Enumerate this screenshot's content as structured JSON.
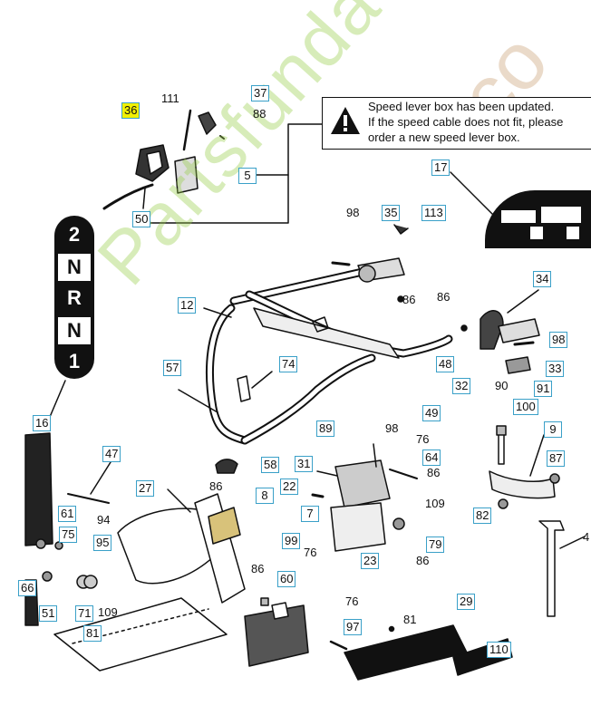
{
  "notice": {
    "line1": "Speed lever box has been updated.",
    "line2": "If the speed cable does not fit, please",
    "line3": "order a new speed lever box."
  },
  "gears": [
    "2",
    "N",
    "R",
    "N",
    "1"
  ],
  "watermark": {
    "text1": "Partsfunda",
    "text2": ".co"
  },
  "labels": [
    {
      "id": "36",
      "text": "36",
      "highlight": true
    },
    {
      "id": "111",
      "text": "111"
    },
    {
      "id": "37",
      "text": "37"
    },
    {
      "id": "88",
      "text": "88"
    },
    {
      "id": "5",
      "text": "5"
    },
    {
      "id": "50",
      "text": "50"
    },
    {
      "id": "17",
      "text": "17"
    },
    {
      "id": "98a",
      "text": "98"
    },
    {
      "id": "35",
      "text": "35"
    },
    {
      "id": "113",
      "text": "113"
    },
    {
      "id": "86a",
      "text": "86"
    },
    {
      "id": "86b",
      "text": "86"
    },
    {
      "id": "34",
      "text": "34"
    },
    {
      "id": "12",
      "text": "12"
    },
    {
      "id": "98b",
      "text": "98"
    },
    {
      "id": "48",
      "text": "48"
    },
    {
      "id": "33",
      "text": "33"
    },
    {
      "id": "57",
      "text": "57"
    },
    {
      "id": "74",
      "text": "74"
    },
    {
      "id": "32",
      "text": "32"
    },
    {
      "id": "90",
      "text": "90"
    },
    {
      "id": "91",
      "text": "91"
    },
    {
      "id": "100",
      "text": "100"
    },
    {
      "id": "16",
      "text": "16"
    },
    {
      "id": "89",
      "text": "89"
    },
    {
      "id": "98c",
      "text": "98"
    },
    {
      "id": "49",
      "text": "49"
    },
    {
      "id": "9",
      "text": "9"
    },
    {
      "id": "76a",
      "text": "76"
    },
    {
      "id": "47",
      "text": "47"
    },
    {
      "id": "64",
      "text": "64"
    },
    {
      "id": "87",
      "text": "87"
    },
    {
      "id": "31",
      "text": "31"
    },
    {
      "id": "58",
      "text": "58"
    },
    {
      "id": "86c",
      "text": "86"
    },
    {
      "id": "27",
      "text": "27"
    },
    {
      "id": "86d",
      "text": "86"
    },
    {
      "id": "22",
      "text": "22"
    },
    {
      "id": "8",
      "text": "8"
    },
    {
      "id": "109a",
      "text": "109"
    },
    {
      "id": "61",
      "text": "61"
    },
    {
      "id": "7",
      "text": "7"
    },
    {
      "id": "82",
      "text": "82"
    },
    {
      "id": "94",
      "text": "94"
    },
    {
      "id": "75",
      "text": "75"
    },
    {
      "id": "99",
      "text": "99"
    },
    {
      "id": "76b",
      "text": "76"
    },
    {
      "id": "79",
      "text": "79"
    },
    {
      "id": "95",
      "text": "95"
    },
    {
      "id": "23",
      "text": "23"
    },
    {
      "id": "86e",
      "text": "86"
    },
    {
      "id": "66",
      "text": "66"
    },
    {
      "id": "86f",
      "text": "86"
    },
    {
      "id": "60",
      "text": "60"
    },
    {
      "id": "76c",
      "text": "76"
    },
    {
      "id": "29",
      "text": "29"
    },
    {
      "id": "51",
      "text": "51"
    },
    {
      "id": "71",
      "text": "71"
    },
    {
      "id": "109b",
      "text": "109"
    },
    {
      "id": "97",
      "text": "97"
    },
    {
      "id": "81a",
      "text": "81"
    },
    {
      "id": "81b",
      "text": "81"
    },
    {
      "id": "110",
      "text": "110"
    },
    {
      "id": "4",
      "text": "4"
    }
  ]
}
